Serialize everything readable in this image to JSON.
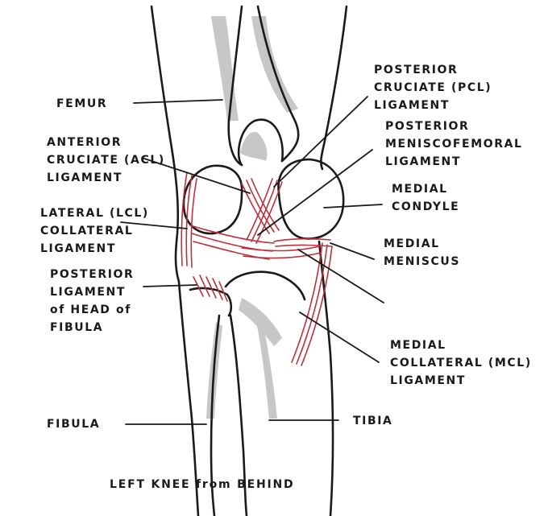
{
  "labels": {
    "femur": [
      "FEMUR"
    ],
    "acl": [
      "ANTERIOR",
      "CRUCIATE (ACL)",
      "LIGAMENT"
    ],
    "lcl": [
      "LATERAL (LCL)",
      "COLLATERAL",
      "LIGAMENT"
    ],
    "post_fibula": [
      "POSTERIOR",
      "LIGAMENT",
      "of HEAD of",
      "FIBULA"
    ],
    "fibula": [
      "FIBULA"
    ],
    "pcl": [
      "POSTERIOR",
      "CRUCIATE   (PCL)",
      "LIGAMENT"
    ],
    "pmfl": [
      "POSTERIOR",
      "MENISCOFEMORAL",
      "LIGAMENT"
    ],
    "medial_condyle": [
      "MEDIAL",
      "CONDYLE"
    ],
    "medial_meniscus": [
      "MEDIAL",
      "MENISCUS"
    ],
    "mcl": [
      "MEDIAL",
      "COLLATERAL (MCL)",
      "LIGAMENT"
    ],
    "tibia": [
      "TIBIA"
    ]
  },
  "caption": "LEFT KNEE from BEHIND",
  "colors": {
    "ink": "#1a1a1a",
    "ligament": "#c0303a",
    "shade": "#8a8a8a"
  }
}
